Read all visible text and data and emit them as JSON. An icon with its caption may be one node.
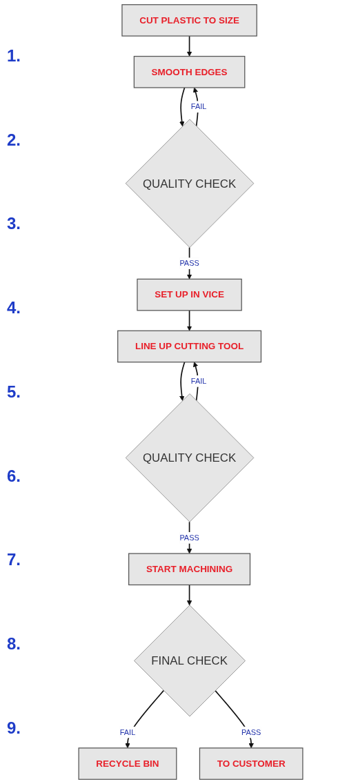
{
  "diagram": {
    "nodes": [
      {
        "text": [
          "CUT PLASTIC TO SIZE"
        ]
      },
      {
        "text": [
          "SMOOTH EDGES"
        ]
      },
      {
        "text": [
          "QUALITY CHECK"
        ]
      },
      {
        "text": [
          "SET UP IN VICE"
        ]
      },
      {
        "text": [
          "LINE UP CUTTING TOOL"
        ]
      },
      {
        "text": [
          "QUALITY CHECK"
        ]
      },
      {
        "text": [
          "START MACHINING"
        ]
      },
      {
        "text": [
          "FINAL CHECK"
        ]
      },
      {
        "text": [
          "RECYCLE BIN"
        ]
      },
      {
        "text": [
          "TO CUSTOMER"
        ]
      }
    ],
    "edges": [
      {
        "from": 0,
        "to": 1,
        "arrow": "to"
      },
      {
        "from": 1,
        "to": 2,
        "arrow": "to"
      },
      {
        "from": 2,
        "to": 1,
        "arrow": "to",
        "label": "FAIL"
      },
      {
        "from": 2,
        "to": 3,
        "arrow": "to",
        "label": "PASS"
      },
      {
        "from": 3,
        "to": 4,
        "arrow": "to"
      },
      {
        "from": 4,
        "to": 5,
        "arrow": "to"
      },
      {
        "from": 5,
        "to": 4,
        "arrow": "to",
        "label": "FAIL"
      },
      {
        "from": 5,
        "to": 6,
        "arrow": "to",
        "label": "PASS"
      },
      {
        "from": 6,
        "to": 7,
        "arrow": "to"
      },
      {
        "from": 7,
        "to": 8,
        "arrow": "to",
        "label": "FAIL"
      },
      {
        "from": 7,
        "to": 9,
        "arrow": "to",
        "label": "PASS"
      }
    ],
    "labels": [
      "1.",
      "2.",
      "3.",
      "4.",
      "5.",
      "6.",
      "7.",
      "8.",
      "9."
    ]
  }
}
